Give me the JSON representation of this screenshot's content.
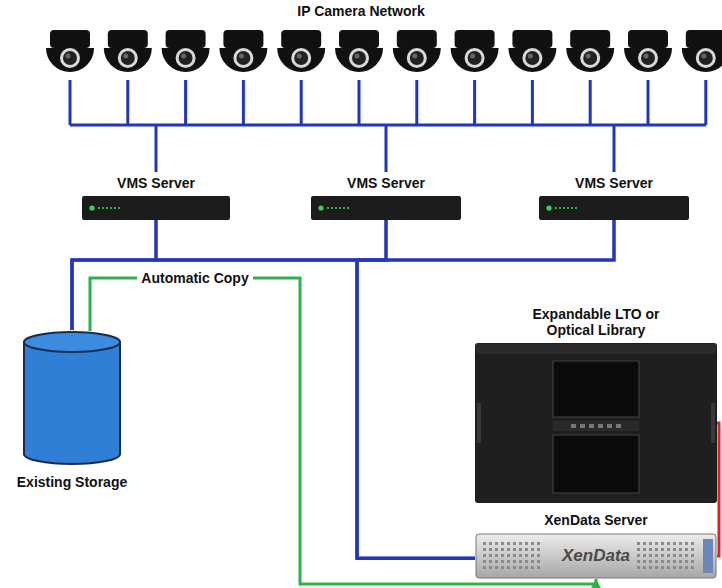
{
  "diagram": {
    "title": "IP Camera Network",
    "nodes": [
      {
        "text": [
          "VMS Server"
        ]
      },
      {
        "text": [
          "VMS Server"
        ]
      },
      {
        "text": [
          "VMS Server"
        ]
      },
      {
        "text": [
          "Existing Storage"
        ]
      },
      {
        "text": [
          "Expandable LTO or Optical Library"
        ]
      },
      {
        "text": [
          "XenData Server"
        ]
      }
    ],
    "edges": [
      {
        "from": 0,
        "to": 3,
        "arrow": "none"
      },
      {
        "from": 1,
        "to": 3,
        "arrow": "none"
      },
      {
        "from": 2,
        "to": 3,
        "arrow": "none"
      },
      {
        "from": 0,
        "to": 5,
        "arrow": "none"
      },
      {
        "from": 1,
        "to": 5,
        "arrow": "none"
      },
      {
        "from": 2,
        "to": 5,
        "arrow": "none"
      },
      {
        "from": 3,
        "to": 5,
        "label": "Automatic Copy",
        "arrow": "to"
      },
      {
        "from": 4,
        "to": 5,
        "arrow": "none"
      }
    ],
    "labels": [
      "XenData"
    ]
  }
}
